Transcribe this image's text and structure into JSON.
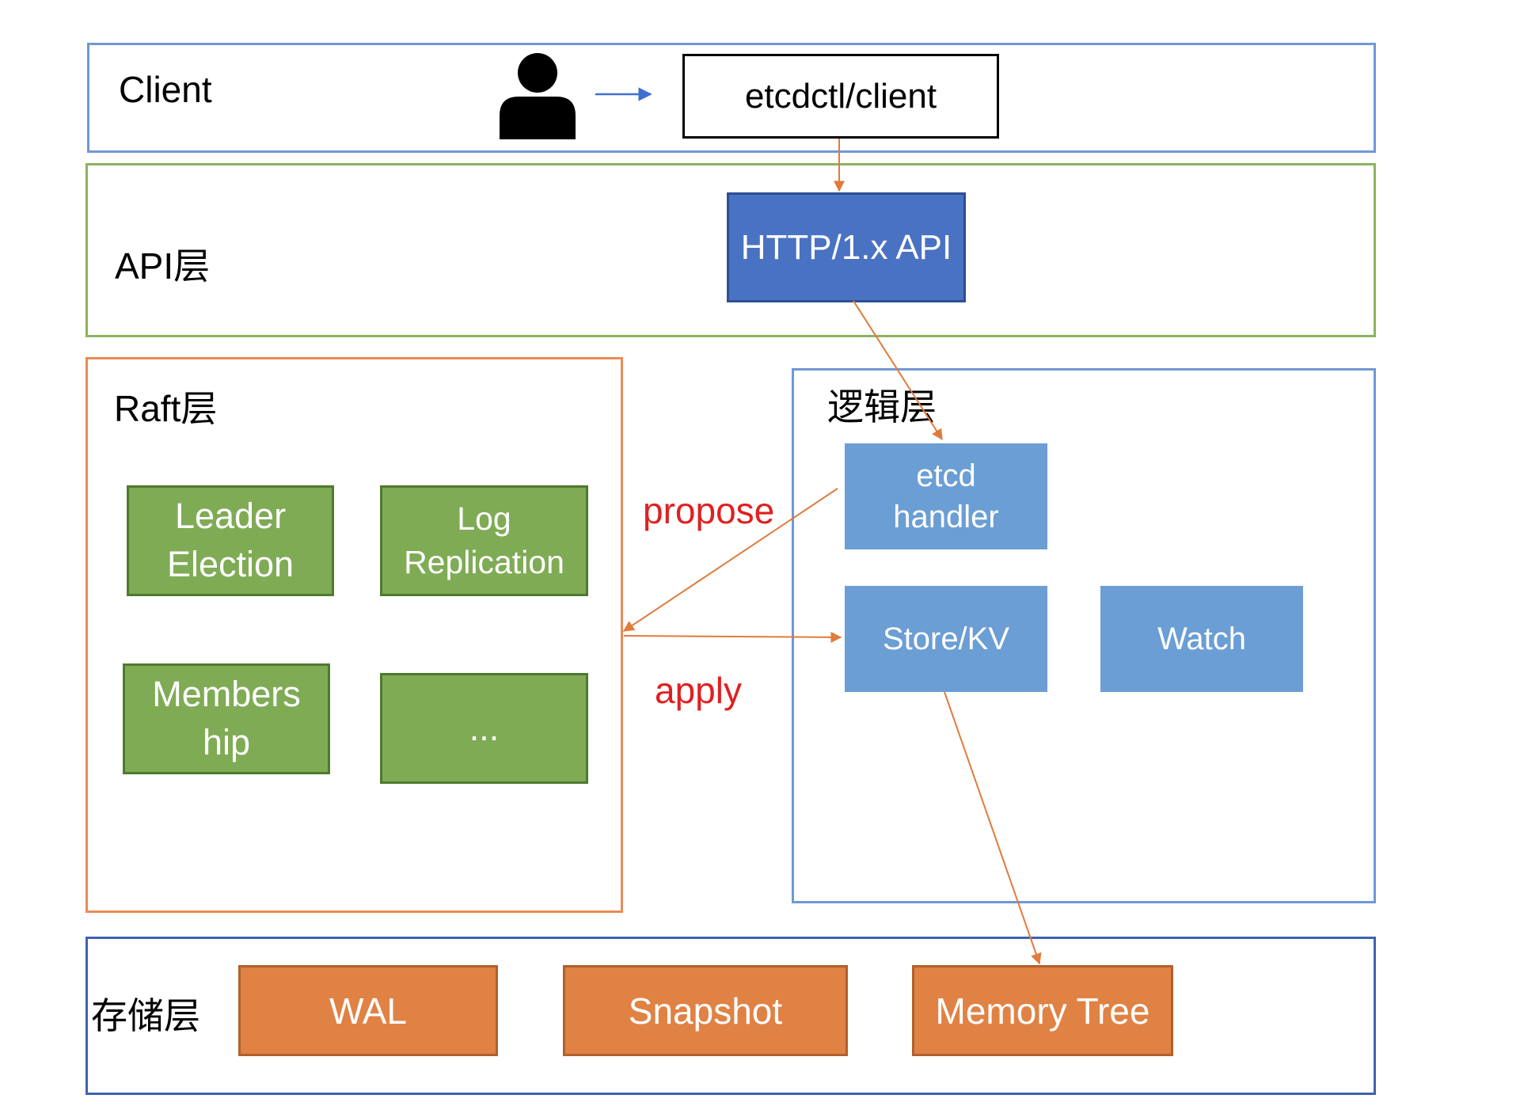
{
  "colors": {
    "client_border": "#6f98d6",
    "api_border": "#8bb35f",
    "raft_border": "#ea8b55",
    "logic_border": "#6f98d6",
    "storage_border": "#3f63ae",
    "arrow_orange": "#e07b3c",
    "arrow_blue": "#3f6fcf",
    "label_red": "#e02020",
    "http_box": "#4a72c2"
  },
  "client_layer": {
    "label": "Client",
    "user_icon": "user-icon",
    "client_box": "etcdctl/client"
  },
  "api_layer": {
    "label": "API层",
    "http_api": "HTTP/1.x API"
  },
  "raft_layer": {
    "label": "Raft层",
    "modules": [
      "Leader\nElection",
      "Log\nReplication",
      "Members\nhip",
      "..."
    ]
  },
  "logic_layer": {
    "label": "逻辑层",
    "etcd_handler": "etcd\nhandler",
    "store_kv": "Store/KV",
    "watch": "Watch"
  },
  "storage_layer": {
    "label": "存储层",
    "modules": [
      "WAL",
      "Snapshot",
      "Memory Tree"
    ]
  },
  "edge_labels": {
    "propose": "propose",
    "apply": "apply"
  }
}
